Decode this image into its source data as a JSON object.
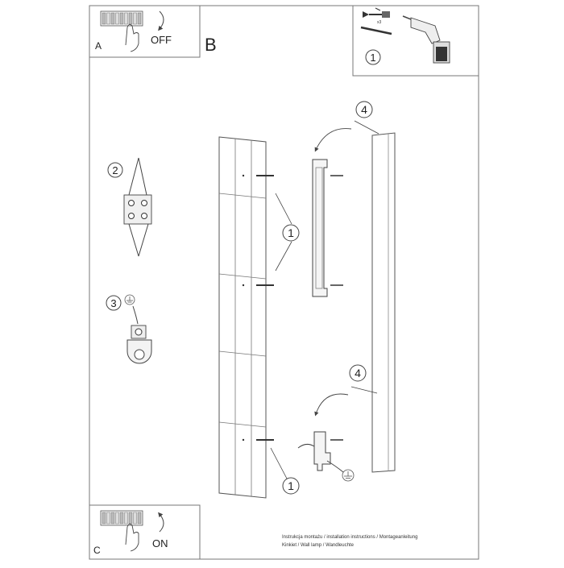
{
  "panels": {
    "a": {
      "letter": "A",
      "word": "OFF"
    },
    "b": {
      "letter": "B"
    },
    "c": {
      "letter": "C",
      "word": "ON"
    }
  },
  "step_numbers": [
    "1",
    "2",
    "3",
    "4"
  ],
  "toolbox": {
    "count": "x3"
  },
  "footer": {
    "line1": "Instrukcja montażu / installation instructions / Montageanleitung",
    "line2": "Kinkiet / Wall lamp / Wandleuchte"
  }
}
